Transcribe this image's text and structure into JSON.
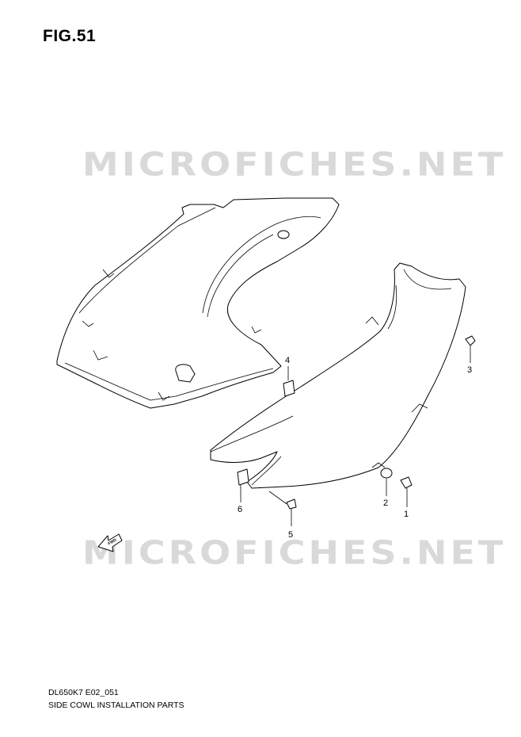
{
  "figure": {
    "title": "FIG.51"
  },
  "watermarks": [
    "MICROFICHES.NET",
    "MICROFICHES.NET"
  ],
  "callouts": [
    {
      "ref": "1"
    },
    {
      "ref": "2"
    },
    {
      "ref": "3"
    },
    {
      "ref": "4"
    },
    {
      "ref": "5"
    },
    {
      "ref": "6"
    }
  ],
  "fwd_arrow": {
    "label": "FWD"
  },
  "footer": {
    "code": "DL650K7 E02_051",
    "caption": "SIDE COWL INSTALLATION PARTS"
  },
  "colors": {
    "line": "#000000",
    "watermark": "#d9d9d9",
    "background": "#ffffff"
  }
}
